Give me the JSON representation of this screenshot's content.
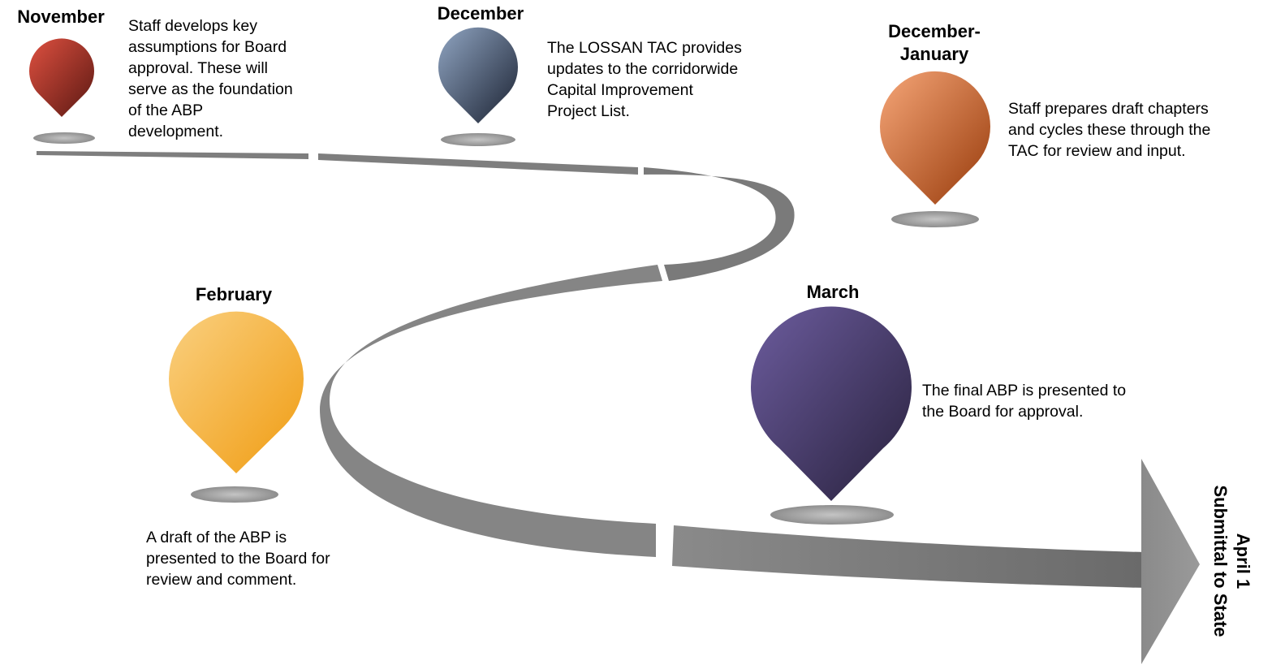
{
  "milestones": [
    {
      "period": "November",
      "description": [
        "Staff develops key",
        "assumptions for Board",
        "approval. These will",
        "serve as the foundation",
        "of the ABP",
        "development."
      ],
      "color_light": "#d9483a",
      "color_dark": "#5e1a14"
    },
    {
      "period": "December",
      "description": [
        "The LOSSAN TAC provides",
        "updates to the corridorwide",
        "Capital Improvement",
        "Project List."
      ],
      "color_light": "#8a9fbd",
      "color_dark": "#1d2535"
    },
    {
      "period_lines": [
        "December-",
        "January"
      ],
      "description": [
        "Staff prepares draft chapters",
        "and cycles these through the",
        "TAC for review and input."
      ],
      "color_light": "#f5a070",
      "color_dark": "#9a3d0c"
    },
    {
      "period": "February",
      "description": [
        "A draft of the ABP is",
        "presented to the Board for",
        "review and comment."
      ],
      "color_light": "#f9cc7a",
      "color_dark": "#f0a01a"
    },
    {
      "period": "March",
      "description": [
        "The final ABP is presented to",
        "the Board for approval."
      ],
      "color_light": "#6a5a9a",
      "color_dark": "#2a2340"
    }
  ],
  "end": {
    "lines": [
      "April 1",
      "Submittal to State"
    ]
  },
  "colors": {
    "road": "#7a7a7a",
    "road_light": "#9a9a9a",
    "road_dark": "#666666",
    "shadow": "#a8a8a8"
  }
}
